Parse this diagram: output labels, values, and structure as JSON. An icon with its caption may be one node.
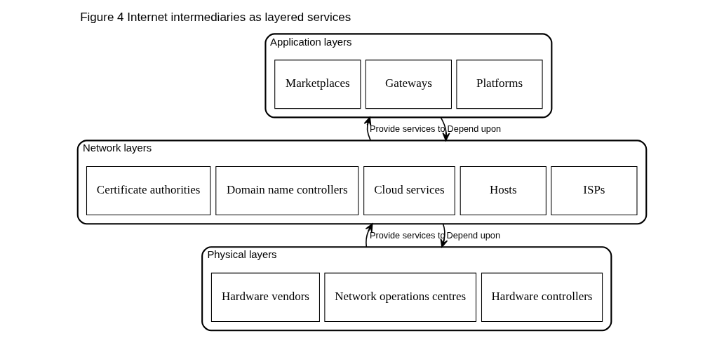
{
  "diagram": {
    "title": "Figure 4 Internet intermediaries as layered services",
    "nodes": [
      {
        "text": [
          "Application layers"
        ]
      },
      {
        "text": [
          "Platforms"
        ],
        "in": 0
      },
      {
        "text": [
          "Gateways"
        ],
        "in": 0
      },
      {
        "text": [
          "Marketplaces"
        ],
        "in": 0
      },
      {
        "text": [
          "Network layers"
        ]
      },
      {
        "text": [
          "ISPs"
        ],
        "in": 4
      },
      {
        "text": [
          "Hosts"
        ],
        "in": 4
      },
      {
        "text": [
          "Cloud services"
        ],
        "in": 4
      },
      {
        "text": [
          "Domain name controllers"
        ],
        "in": 4
      },
      {
        "text": [
          "Certificate authorities"
        ],
        "in": 4
      },
      {
        "text": [
          "Physical layers"
        ]
      },
      {
        "text": [
          "Hardware controllers"
        ],
        "in": 10
      },
      {
        "text": [
          "Network operations centres"
        ],
        "in": 10
      },
      {
        "text": [
          "Hardware vendors"
        ],
        "in": 10
      }
    ],
    "edges": [
      {
        "from": 4,
        "to": 0,
        "arrow": "to",
        "label": "Provide services to"
      },
      {
        "from": 0,
        "to": 4,
        "arrow": "to",
        "label": "Depend upon"
      },
      {
        "from": 10,
        "to": 4,
        "arrow": "to",
        "label": "Provide services to"
      },
      {
        "from": 4,
        "to": 10,
        "arrow": "to",
        "label": "Depend upon"
      }
    ]
  }
}
